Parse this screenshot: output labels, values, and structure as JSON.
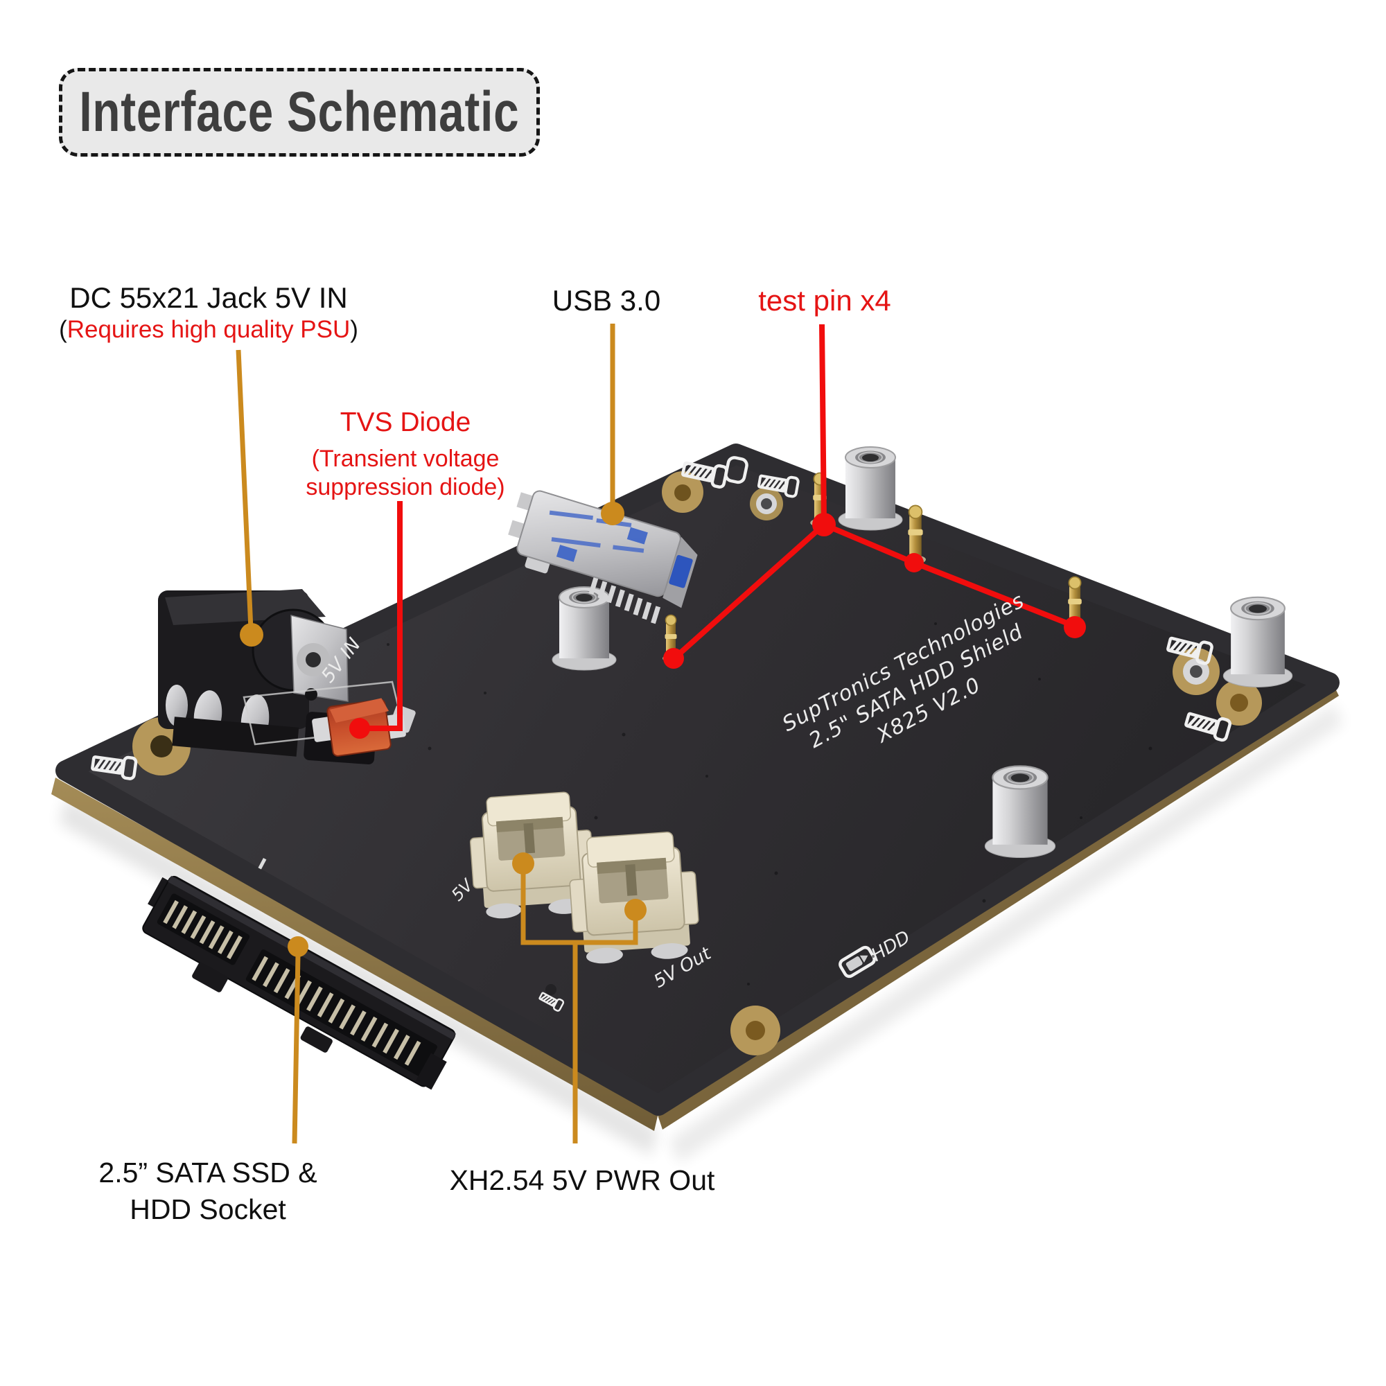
{
  "title": {
    "text": "Interface Schematic"
  },
  "labels": {
    "dc": {
      "line1": "DC 55x21 Jack 5V IN",
      "open": "(",
      "red_text": "Requires high quality PSU",
      "close": ")"
    },
    "usb": {
      "text": "USB 3.0"
    },
    "test_pin": {
      "text": "test pin x4"
    },
    "tvs": {
      "line1": "TVS Diode",
      "line2": "(Transient voltage",
      "line3": "suppression diode)"
    },
    "sata": {
      "line1": "2.5” SATA SSD &",
      "line2": "HDD Socket"
    },
    "xh": {
      "text": "XH2.54 5V PWR Out"
    }
  },
  "silkscreen": {
    "brand1": "SupTronics Technologies",
    "brand2": "2.5\" SATA HDD Shield",
    "brand3": "X825 V2.0",
    "vin": "5V IN",
    "v5": "5V",
    "vout": "5V Out",
    "hdd": "HDD"
  },
  "colors": {
    "annotation_orange": "#CB8A1E",
    "annotation_red": "#F10D0D",
    "label_red": "#E51414",
    "label_black": "#101010",
    "board_dark": "#2F2E32",
    "pcb_edge_gold": "#8F784C",
    "title_bg": "#E9E9E9",
    "title_border": "#161616"
  }
}
